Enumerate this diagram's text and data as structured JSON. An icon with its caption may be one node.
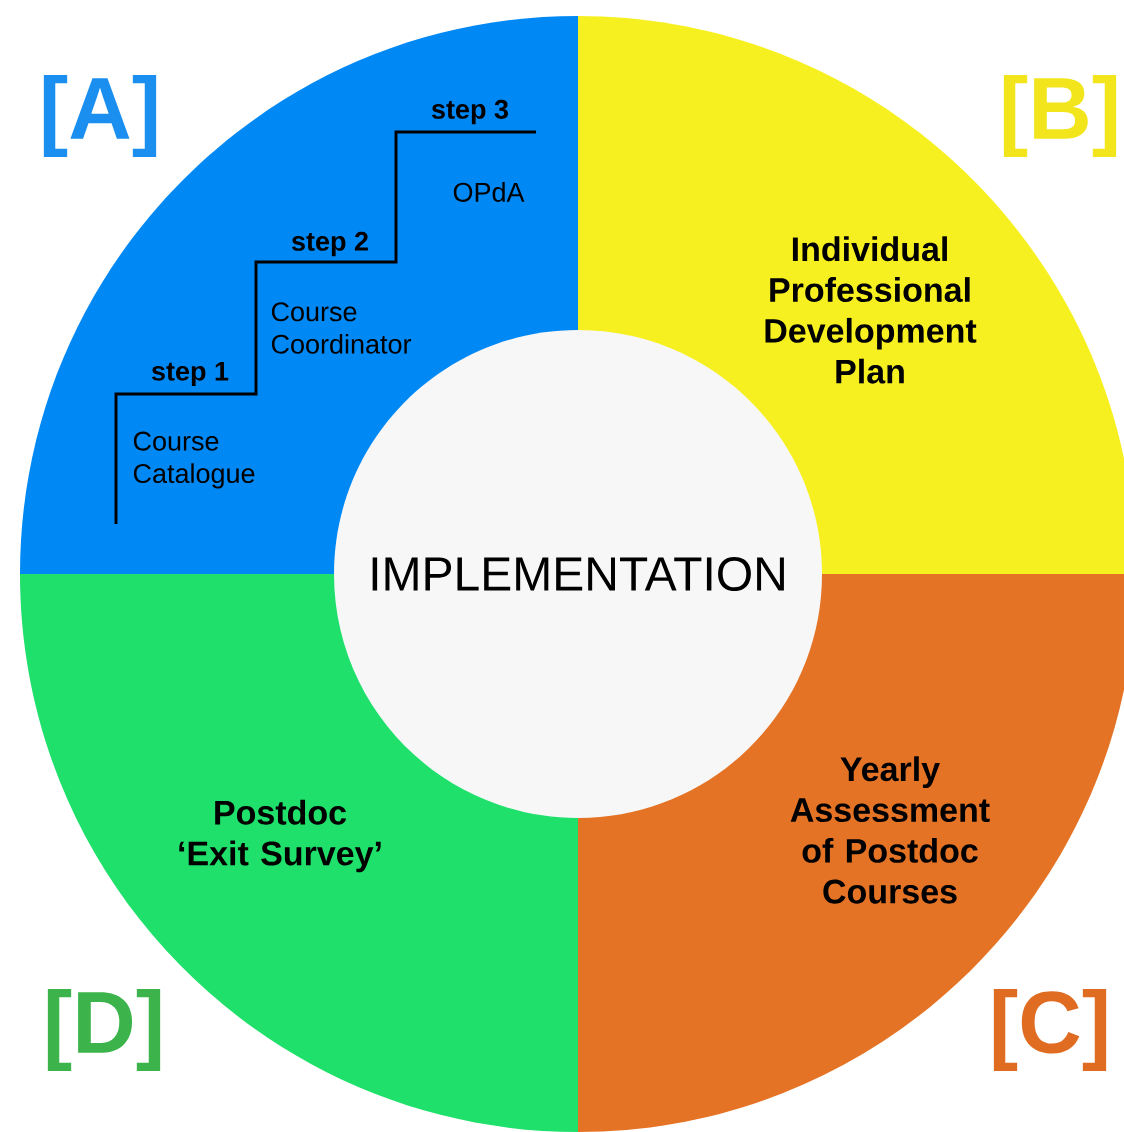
{
  "diagram": {
    "nodes": [
      {
        "text": [
          "[A]",
          "step 1",
          "Course Catalogue",
          "step 2",
          "Course Coordinator",
          "step 3",
          "OPdA"
        ]
      },
      {
        "text": [
          "[B]",
          "Individual Professional Development Plan"
        ]
      },
      {
        "text": [
          "Yearly Assessment of Postdoc Courses",
          "[C]"
        ]
      },
      {
        "text": [
          "Postdoc ‘Exit Survey’",
          "[D]"
        ]
      },
      {
        "text": [
          "IMPLEMENTATION"
        ]
      }
    ]
  }
}
